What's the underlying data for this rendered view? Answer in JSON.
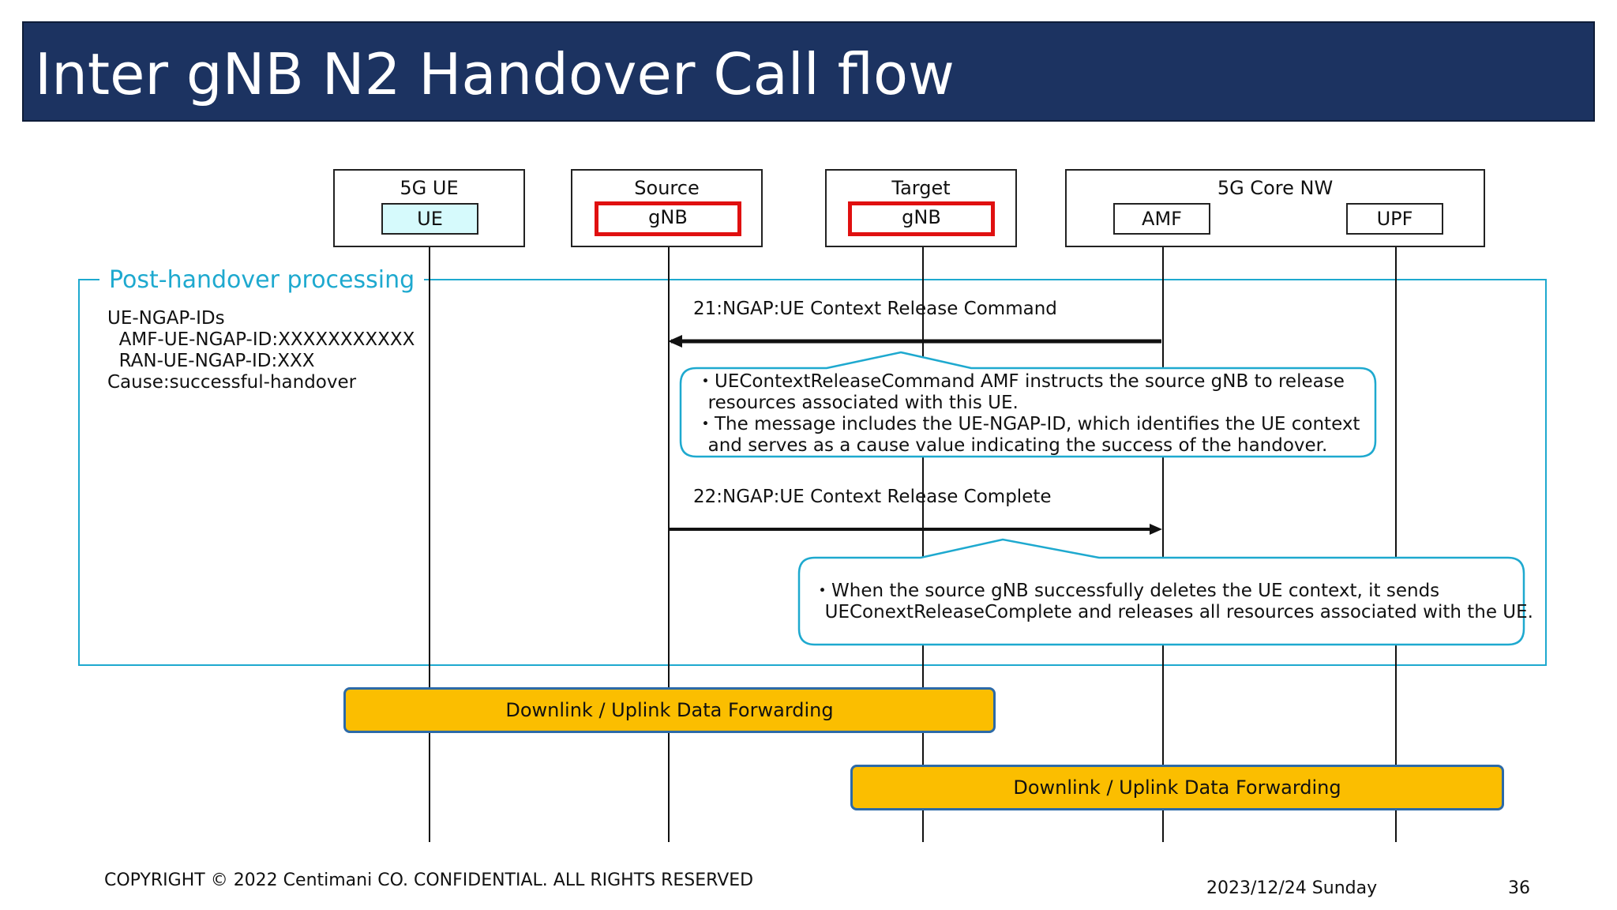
{
  "title": "Inter gNB N2 Handover Call flow",
  "nodes": {
    "ue_group": "5G  UE",
    "ue": "UE",
    "source_group": "Source",
    "source_gnb": "gNB",
    "target_group": "Target",
    "target_gnb": "gNB",
    "core_group": "5G Core NW",
    "amf": "AMF",
    "upf": "UPF"
  },
  "section": {
    "label": "Post-handover processing",
    "params": [
      "UE-NGAP-IDs",
      "  AMF-UE-NGAP-ID:XXXXXXXXXXX",
      "  RAN-UE-NGAP-ID:XXX",
      "Cause:successful-handover"
    ]
  },
  "messages": [
    {
      "label": "21:NGAP:UE Context Release Command",
      "from": "AMF",
      "to": "Source gNB",
      "note": [
        "・UEContextReleaseCommand AMF instructs the source gNB to release",
        "  resources associated with this UE.",
        "・The message includes the UE-NGAP-ID, which identifies the UE context",
        "  and serves as a cause value indicating the success of the handover."
      ]
    },
    {
      "label": "22:NGAP:UE Context Release Complete",
      "from": "Source gNB",
      "to": "AMF",
      "note": [
        "・When the source gNB successfully deletes the UE context, it sends",
        "  UEConextReleaseComplete and releases all resources associated with the UE."
      ]
    }
  ],
  "forwarding": [
    {
      "label": "Downlink / Uplink Data Forwarding"
    },
    {
      "label": "Downlink / Uplink Data Forwarding"
    }
  ],
  "colors": {
    "title_bg": "#1c3361",
    "section_border": "#1ea9cf",
    "gnb_border": "#e01010",
    "ue_fill": "#d6fafc",
    "forwarding_fill": "#fbbe00",
    "forwarding_border": "#2c6aa8"
  },
  "footer": {
    "copyright": "COPYRIGHT © 2022 Centimani CO. CONFIDENTIAL. ALL RIGHTS RESERVED",
    "date": "2023/12/24 Sunday",
    "page": "36"
  }
}
